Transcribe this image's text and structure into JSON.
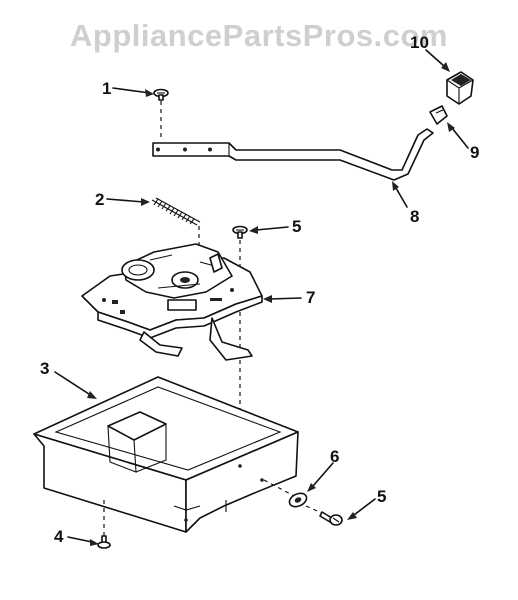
{
  "watermark": "AppliancePartsPros.com",
  "callouts": {
    "c1": "1",
    "c2": "2",
    "c3": "3",
    "c4": "4",
    "c5a": "5",
    "c5b": "5",
    "c6": "6",
    "c7": "7",
    "c8": "8",
    "c9": "9",
    "c10": "10"
  }
}
